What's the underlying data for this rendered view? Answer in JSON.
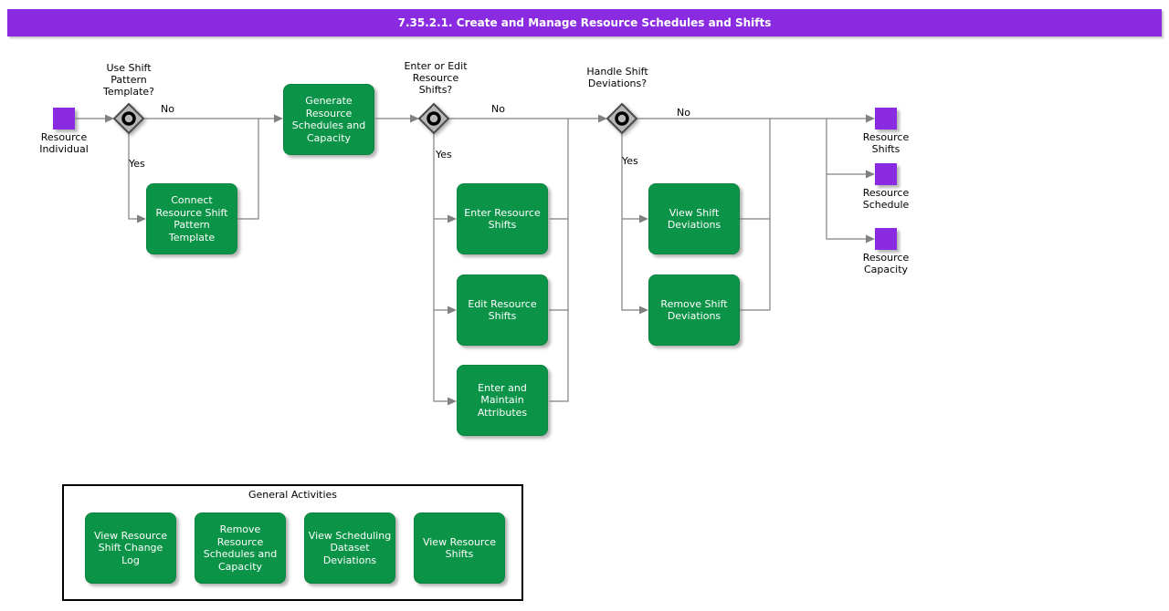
{
  "header": {
    "title": "7.35.2.1. Create and Manage Resource Schedules and Shifts"
  },
  "colors": {
    "accent_purple": "#8A2BE2",
    "activity_green": "#0b9347",
    "line_gray": "#808080"
  },
  "events": {
    "start": {
      "label": "Resource\nIndividual"
    },
    "end_shifts": {
      "label": "Resource\nShifts"
    },
    "end_schedule": {
      "label": "Resource\nSchedule"
    },
    "end_capacity": {
      "label": "Resource\nCapacity"
    }
  },
  "gateways": {
    "use_shift_pattern": {
      "question": "Use Shift\nPattern\nTemplate?",
      "no_label": "No",
      "yes_label": "Yes"
    },
    "enter_or_edit": {
      "question": "Enter or Edit\nResource\nShifts?",
      "no_label": "No",
      "yes_label": "Yes"
    },
    "handle_deviations": {
      "question": "Handle Shift\nDeviations?",
      "no_label": "No",
      "yes_label": "Yes"
    }
  },
  "activities": {
    "generate": {
      "label": "Generate\nResource\nSchedules and\nCapacity"
    },
    "connect_template": {
      "label": "Connect\nResource Shift\nPattern\nTemplate"
    },
    "enter_shifts": {
      "label": "Enter Resource\nShifts"
    },
    "edit_shifts": {
      "label": "Edit Resource\nShifts"
    },
    "maintain_attributes": {
      "label": "Enter and\nMaintain\nAttributes"
    },
    "view_deviations": {
      "label": "View Shift\nDeviations"
    },
    "remove_deviations": {
      "label": "Remove Shift\nDeviations"
    }
  },
  "general_activities": {
    "title": "General Activities",
    "items": [
      {
        "label": "View Resource\nShift Change\nLog"
      },
      {
        "label": "Remove\nResource\nSchedules and\nCapacity"
      },
      {
        "label": "View Scheduling\nDataset\nDeviations"
      },
      {
        "label": "View Resource\nShifts"
      }
    ]
  }
}
